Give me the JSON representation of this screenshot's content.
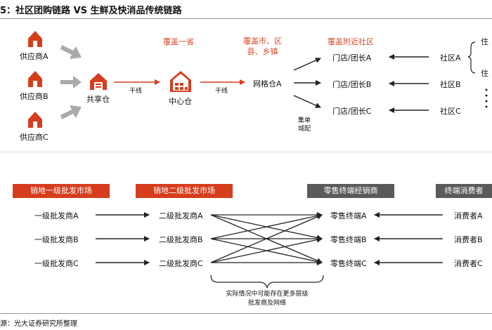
{
  "title": "5：社区团购链路 VS 生鲜及快消品传统链路",
  "source": "源：光大证券研究所整理",
  "colors": {
    "accent": "#d63d1d",
    "header_grey": "#5a5a5a",
    "arrow_grey": "#aaaaaa",
    "dark": "#222222"
  },
  "top": {
    "suppliers": [
      "供应商A",
      "供应商B",
      "供应商C"
    ],
    "shared_warehouse": "共享仓",
    "trunk_line_1": "干线",
    "central_warehouse": "中心仓",
    "trunk_line_2": "干线",
    "grid_warehouse": "网格仓A",
    "coverage_province": "覆盖一省",
    "coverage_city": "覆盖市、区\n县、乡镇",
    "coverage_community": "覆盖附近社区",
    "distribution_note": "集单\n城配",
    "stores": [
      "门店/团长A",
      "门店/团长B",
      "门店/团长C"
    ],
    "communities": [
      "社区A",
      "社区B",
      "社区C"
    ],
    "residents": [
      "住",
      "住"
    ]
  },
  "bottom": {
    "headers": [
      "销地一级批发市场",
      "销地二级批发市场",
      "零售终端经销商",
      "终端消费者"
    ],
    "level1": [
      "一级批发商A",
      "一级批发商B",
      "一级批发商C"
    ],
    "level2": [
      "二级批发商A",
      "二级批发商B",
      "二级批发商C"
    ],
    "retail": [
      "零售终端A",
      "零售终端B",
      "零售终端C"
    ],
    "consumers": [
      "消费者A",
      "消费者B",
      "消费者C"
    ],
    "note": "实际情况中可能存在更多层级\n批发商及网络"
  }
}
